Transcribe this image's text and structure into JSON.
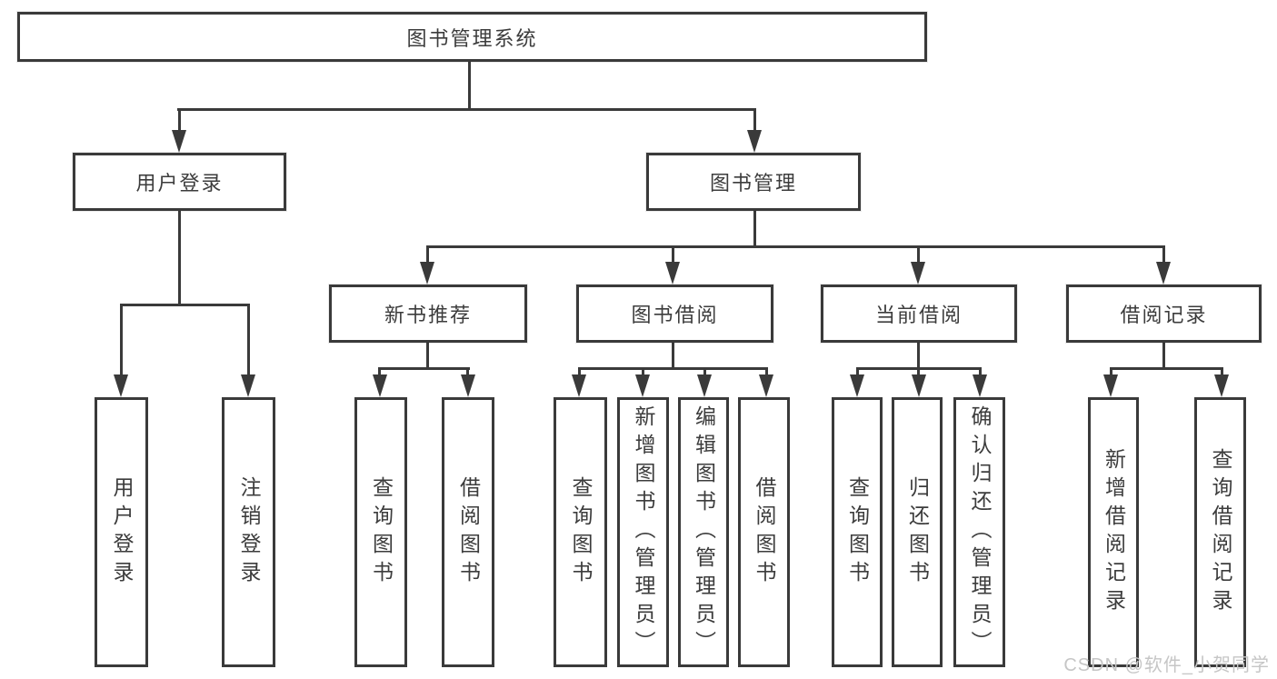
{
  "colors": {
    "line": "#3a3a3a",
    "text": "#3c3c3c",
    "watermark": "#c6c6c6",
    "background": "#ffffff"
  },
  "watermark": "CSDN @软件_小贺同学",
  "chart_type_hint": "org-tree-diagram",
  "tree": {
    "label": "图书管理系统",
    "children": [
      {
        "label": "用户登录",
        "children": [
          {
            "label": "用户登录"
          },
          {
            "label": "注销登录"
          }
        ]
      },
      {
        "label": "图书管理",
        "children": [
          {
            "label": "新书推荐",
            "children": [
              {
                "label": "查询图书"
              },
              {
                "label": "借阅图书"
              }
            ]
          },
          {
            "label": "图书借阅",
            "children": [
              {
                "label": "查询图书"
              },
              {
                "label": "新增图书（管理员）"
              },
              {
                "label": "编辑图书（管理员）"
              },
              {
                "label": "借阅图书"
              }
            ]
          },
          {
            "label": "当前借阅",
            "children": [
              {
                "label": "查询图书"
              },
              {
                "label": "归还图书"
              },
              {
                "label": "确认归还（管理员）"
              }
            ]
          },
          {
            "label": "借阅记录",
            "children": [
              {
                "label": "新增借阅记录"
              },
              {
                "label": "查询借阅记录"
              }
            ]
          }
        ]
      }
    ]
  }
}
